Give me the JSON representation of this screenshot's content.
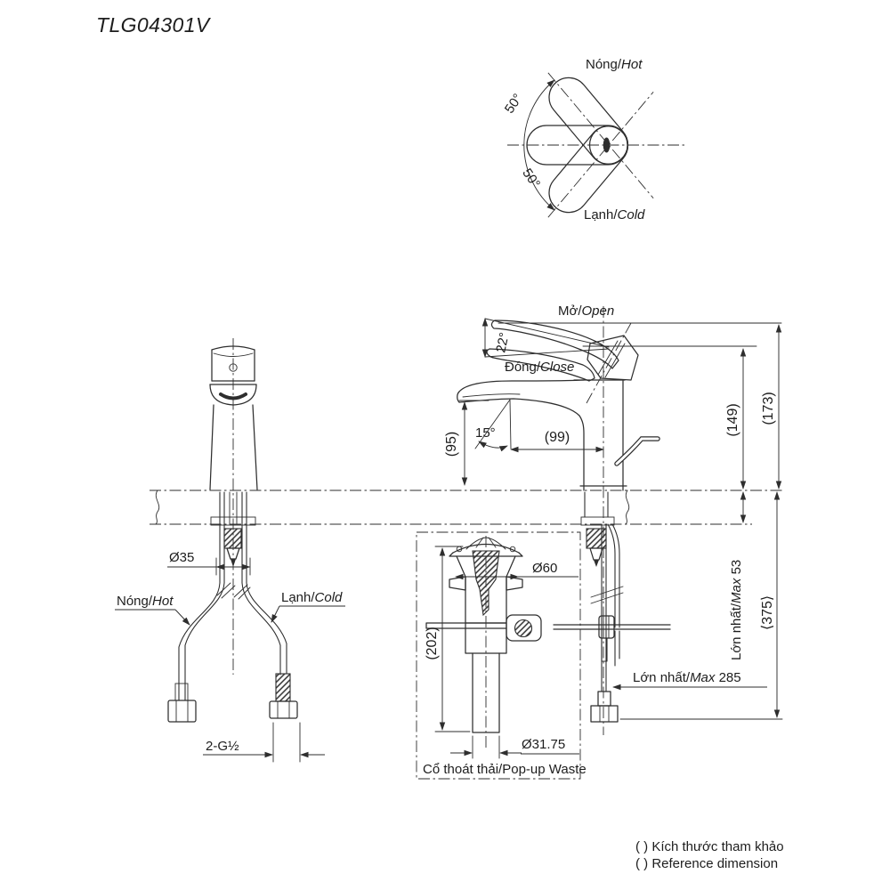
{
  "title": "TLG04301V",
  "colors": {
    "line": "#2e2e2e",
    "text": "#1d1d1d",
    "background": "#ffffff"
  },
  "handle_view": {
    "hot": {
      "vi": "Nóng/",
      "en": "Hot"
    },
    "cold": {
      "vi": "Lạnh/",
      "en": "Cold"
    },
    "angle_top": "50°",
    "angle_bottom": "50°"
  },
  "side_view": {
    "open": {
      "vi": "Mở/",
      "en": "Open"
    },
    "close": {
      "vi": "Đóng/",
      "en": "Close"
    },
    "angle_open": "22°",
    "angle_spout": "15°",
    "dim_spout_height": "(95)",
    "dim_reach": "(99)",
    "dim_height_closed": "(149)",
    "dim_height_open": "(173)"
  },
  "front_view": {
    "dim_hole": "Ø35",
    "hot": {
      "vi": "Nóng/",
      "en": "Hot"
    },
    "cold": {
      "vi": "Lạnh/",
      "en": "Cold"
    },
    "dim_thread": "2-G½"
  },
  "popup_waste": {
    "label": "Cổ thoát thải/Pop-up Waste",
    "dim_height": "(202)",
    "dim_flange": "Ø60",
    "dim_pipe": "Ø31.75"
  },
  "install": {
    "max_deck": {
      "vi": "Lớn nhất/",
      "en": "Max",
      "value": " 53"
    },
    "dim_total": "⟨375⟩",
    "max_rod": {
      "vi": "Lớn nhất/",
      "en": "Max",
      "value": " 285"
    }
  },
  "footnotes": {
    "vi": "( ) Kích thước tham khảo",
    "en": "( ) Reference dimension"
  }
}
